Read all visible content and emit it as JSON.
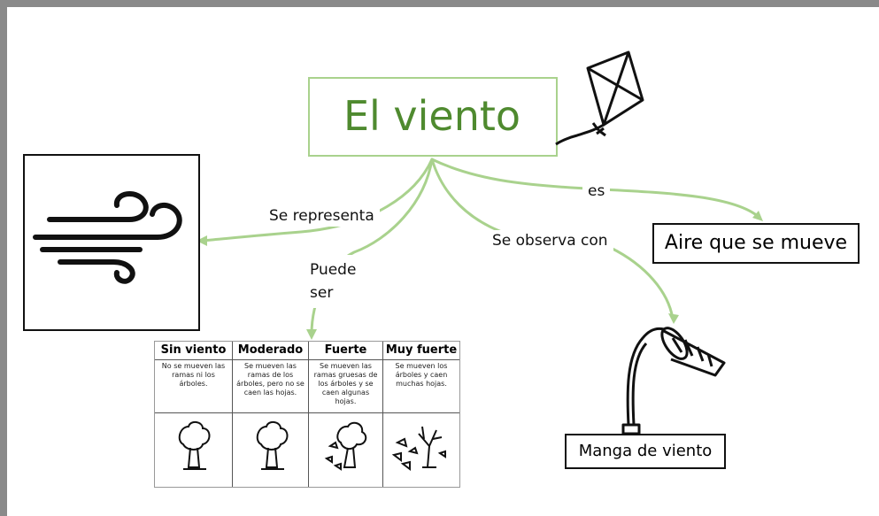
{
  "title": "El viento",
  "colors": {
    "accent": "#4f8a2f",
    "border": "#a9d28d",
    "connector": "#a9d28d",
    "ink": "#111111"
  },
  "links": {
    "representa": "Se representa",
    "puede_ser": "Puede ser",
    "observa": "Se observa con",
    "es": "es"
  },
  "nodes": {
    "definicion": "Aire que se mueve",
    "manga": "Manga de viento"
  },
  "icons": {
    "kite": "kite-icon",
    "wind": "wind-symbol-icon",
    "windsock": "windsock-icon"
  },
  "table": {
    "columns": [
      {
        "header": "Sin viento",
        "desc": "No se mueven las ramas ni los árboles.",
        "tree": "tree-calm-icon"
      },
      {
        "header": "Moderado",
        "desc": "Se mueven las ramas de los árboles, pero no se caen las hojas.",
        "tree": "tree-moderate-icon"
      },
      {
        "header": "Fuerte",
        "desc": "Se mueven las ramas gruesas de los árboles y se caen algunas hojas.",
        "tree": "tree-strong-icon"
      },
      {
        "header": "Muy fuerte",
        "desc": "Se mueven los árboles y caen muchas hojas.",
        "tree": "tree-very-strong-icon"
      }
    ]
  }
}
